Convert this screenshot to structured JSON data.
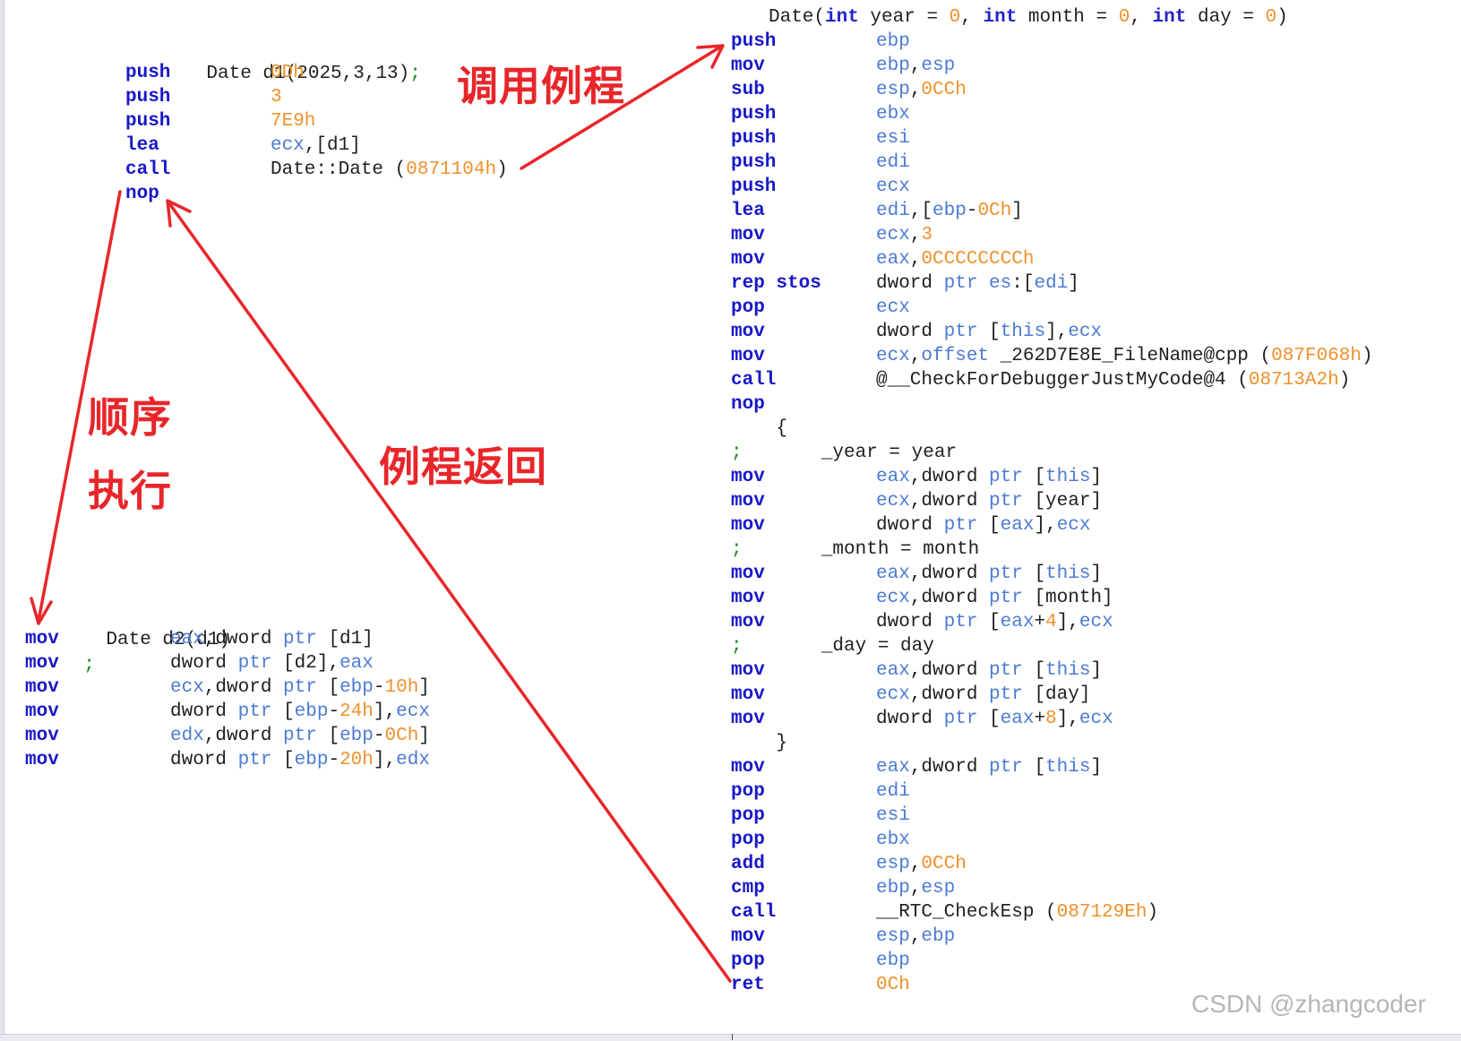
{
  "left_top": {
    "source": "Date d1(2025,3,13);",
    "lines": [
      {
        "mnemonic": "push",
        "operand": [
          [
            "0Dh",
            "num"
          ]
        ]
      },
      {
        "mnemonic": "push",
        "operand": [
          [
            "3",
            "num"
          ]
        ]
      },
      {
        "mnemonic": "push",
        "operand": [
          [
            "7E9h",
            "num"
          ]
        ]
      },
      {
        "mnemonic": "lea",
        "operand": [
          [
            "ecx",
            "reg"
          ],
          [
            ",[d1]",
            "txt"
          ]
        ]
      },
      {
        "mnemonic": "call",
        "operand": [
          [
            "Date::Date ",
            "txt"
          ],
          [
            "(",
            "txt"
          ],
          [
            "0871104h",
            "num"
          ],
          [
            ")",
            "txt"
          ]
        ]
      },
      {
        "mnemonic": "nop",
        "operand": []
      }
    ]
  },
  "left_bottom": {
    "source": "Date d2(d1);",
    "lines": [
      {
        "mnemonic": "mov",
        "operand": [
          [
            "eax",
            "reg"
          ],
          [
            ",dword ",
            "txt"
          ],
          [
            "ptr",
            "ptr"
          ],
          [
            " [d1]",
            "txt"
          ]
        ]
      },
      {
        "mnemonic": "mov",
        "operand": [
          [
            "dword ",
            "txt"
          ],
          [
            "ptr",
            "ptr"
          ],
          [
            " [d2],",
            "txt"
          ],
          [
            "eax",
            "reg"
          ]
        ]
      },
      {
        "mnemonic": "mov",
        "operand": [
          [
            "ecx",
            "reg"
          ],
          [
            ",dword ",
            "txt"
          ],
          [
            "ptr",
            "ptr"
          ],
          [
            " [",
            "txt"
          ],
          [
            "ebp",
            "reg"
          ],
          [
            "-",
            "txt"
          ],
          [
            "10h",
            "num"
          ],
          [
            "]",
            "txt"
          ]
        ]
      },
      {
        "mnemonic": "mov",
        "operand": [
          [
            "dword ",
            "txt"
          ],
          [
            "ptr",
            "ptr"
          ],
          [
            " [",
            "txt"
          ],
          [
            "ebp",
            "reg"
          ],
          [
            "-",
            "txt"
          ],
          [
            "24h",
            "num"
          ],
          [
            "],",
            "txt"
          ],
          [
            "ecx",
            "reg"
          ]
        ]
      },
      {
        "mnemonic": "mov",
        "operand": [
          [
            "edx",
            "reg"
          ],
          [
            ",dword ",
            "txt"
          ],
          [
            "ptr",
            "ptr"
          ],
          [
            " [",
            "txt"
          ],
          [
            "ebp",
            "reg"
          ],
          [
            "-",
            "txt"
          ],
          [
            "0Ch",
            "num"
          ],
          [
            "]",
            "txt"
          ]
        ]
      },
      {
        "mnemonic": "mov",
        "operand": [
          [
            "dword ",
            "txt"
          ],
          [
            "ptr",
            "ptr"
          ],
          [
            " [",
            "txt"
          ],
          [
            "ebp",
            "reg"
          ],
          [
            "-",
            "txt"
          ],
          [
            "20h",
            "num"
          ],
          [
            "],",
            "txt"
          ],
          [
            "edx",
            "reg"
          ]
        ]
      }
    ]
  },
  "right": {
    "header": [
      [
        "Date(",
        "txt"
      ],
      [
        "int",
        "kw"
      ],
      [
        " year = ",
        "txt"
      ],
      [
        "0",
        "num"
      ],
      [
        ", ",
        "txt"
      ],
      [
        "int",
        "kw"
      ],
      [
        " month = ",
        "txt"
      ],
      [
        "0",
        "num"
      ],
      [
        ", ",
        "txt"
      ],
      [
        "int",
        "kw"
      ],
      [
        " day = ",
        "txt"
      ],
      [
        "0",
        "num"
      ],
      [
        ")",
        "txt"
      ]
    ],
    "lines": [
      {
        "mnemonic": "push",
        "operand": [
          [
            "ebp",
            "reg"
          ]
        ]
      },
      {
        "mnemonic": "mov",
        "operand": [
          [
            "ebp",
            "reg"
          ],
          [
            ",",
            "txt"
          ],
          [
            "esp",
            "reg"
          ]
        ]
      },
      {
        "mnemonic": "sub",
        "operand": [
          [
            "esp",
            "reg"
          ],
          [
            ",",
            "txt"
          ],
          [
            "0CCh",
            "num"
          ]
        ]
      },
      {
        "mnemonic": "push",
        "operand": [
          [
            "ebx",
            "reg"
          ]
        ]
      },
      {
        "mnemonic": "push",
        "operand": [
          [
            "esi",
            "reg"
          ]
        ]
      },
      {
        "mnemonic": "push",
        "operand": [
          [
            "edi",
            "reg"
          ]
        ]
      },
      {
        "mnemonic": "push",
        "operand": [
          [
            "ecx",
            "reg"
          ]
        ]
      },
      {
        "mnemonic": "lea",
        "operand": [
          [
            "edi",
            "reg"
          ],
          [
            ",[",
            "txt"
          ],
          [
            "ebp",
            "reg"
          ],
          [
            "-",
            "txt"
          ],
          [
            "0Ch",
            "num"
          ],
          [
            "]",
            "txt"
          ]
        ]
      },
      {
        "mnemonic": "mov",
        "operand": [
          [
            "ecx",
            "reg"
          ],
          [
            ",",
            "txt"
          ],
          [
            "3",
            "num"
          ]
        ]
      },
      {
        "mnemonic": "mov",
        "operand": [
          [
            "eax",
            "reg"
          ],
          [
            ",",
            "txt"
          ],
          [
            "0CCCCCCCCh",
            "num"
          ]
        ]
      },
      {
        "mnemonic": "rep stos",
        "operand": [
          [
            "dword ",
            "txt"
          ],
          [
            "ptr",
            "ptr"
          ],
          [
            " ",
            "txt"
          ],
          [
            "es",
            "reg"
          ],
          [
            ":[",
            "txt"
          ],
          [
            "edi",
            "reg"
          ],
          [
            "]",
            "txt"
          ]
        ]
      },
      {
        "mnemonic": "pop",
        "operand": [
          [
            "ecx",
            "reg"
          ]
        ]
      },
      {
        "mnemonic": "mov",
        "operand": [
          [
            "dword ",
            "txt"
          ],
          [
            "ptr",
            "ptr"
          ],
          [
            " [",
            "txt"
          ],
          [
            "this",
            "reg"
          ],
          [
            "],",
            "txt"
          ],
          [
            "ecx",
            "reg"
          ]
        ]
      },
      {
        "mnemonic": "mov",
        "operand": [
          [
            "ecx",
            "reg"
          ],
          [
            ",",
            "txt"
          ],
          [
            "offset",
            "ptr"
          ],
          [
            " _262D7E8E_FileName@cpp ",
            "txt"
          ],
          [
            "(",
            "txt"
          ],
          [
            "087F068h",
            "num"
          ],
          [
            ")",
            "txt"
          ]
        ]
      },
      {
        "mnemonic": "call",
        "operand": [
          [
            "@__CheckForDebuggerJustMyCode@4 ",
            "txt"
          ],
          [
            "(",
            "txt"
          ],
          [
            "08713A2h",
            "num"
          ],
          [
            ")",
            "txt"
          ]
        ]
      },
      {
        "mnemonic": "nop",
        "operand": []
      },
      {
        "source": "    {"
      },
      {
        "source": "        _year = year;"
      },
      {
        "mnemonic": "mov",
        "operand": [
          [
            "eax",
            "reg"
          ],
          [
            ",dword ",
            "txt"
          ],
          [
            "ptr",
            "ptr"
          ],
          [
            " [",
            "txt"
          ],
          [
            "this",
            "reg"
          ],
          [
            "]",
            "txt"
          ]
        ]
      },
      {
        "mnemonic": "mov",
        "operand": [
          [
            "ecx",
            "reg"
          ],
          [
            ",dword ",
            "txt"
          ],
          [
            "ptr",
            "ptr"
          ],
          [
            " [year]",
            "txt"
          ]
        ]
      },
      {
        "mnemonic": "mov",
        "operand": [
          [
            "dword ",
            "txt"
          ],
          [
            "ptr",
            "ptr"
          ],
          [
            " [",
            "txt"
          ],
          [
            "eax",
            "reg"
          ],
          [
            "],",
            "txt"
          ],
          [
            "ecx",
            "reg"
          ]
        ]
      },
      {
        "source": "        _month = month;"
      },
      {
        "mnemonic": "mov",
        "operand": [
          [
            "eax",
            "reg"
          ],
          [
            ",dword ",
            "txt"
          ],
          [
            "ptr",
            "ptr"
          ],
          [
            " [",
            "txt"
          ],
          [
            "this",
            "reg"
          ],
          [
            "]",
            "txt"
          ]
        ]
      },
      {
        "mnemonic": "mov",
        "operand": [
          [
            "ecx",
            "reg"
          ],
          [
            ",dword ",
            "txt"
          ],
          [
            "ptr",
            "ptr"
          ],
          [
            " [month]",
            "txt"
          ]
        ]
      },
      {
        "mnemonic": "mov",
        "operand": [
          [
            "dword ",
            "txt"
          ],
          [
            "ptr",
            "ptr"
          ],
          [
            " [",
            "txt"
          ],
          [
            "eax",
            "reg"
          ],
          [
            "+",
            "txt"
          ],
          [
            "4",
            "num"
          ],
          [
            "],",
            "txt"
          ],
          [
            "ecx",
            "reg"
          ]
        ]
      },
      {
        "source": "        _day = day;"
      },
      {
        "mnemonic": "mov",
        "operand": [
          [
            "eax",
            "reg"
          ],
          [
            ",dword ",
            "txt"
          ],
          [
            "ptr",
            "ptr"
          ],
          [
            " [",
            "txt"
          ],
          [
            "this",
            "reg"
          ],
          [
            "]",
            "txt"
          ]
        ]
      },
      {
        "mnemonic": "mov",
        "operand": [
          [
            "ecx",
            "reg"
          ],
          [
            ",dword ",
            "txt"
          ],
          [
            "ptr",
            "ptr"
          ],
          [
            " [day]",
            "txt"
          ]
        ]
      },
      {
        "mnemonic": "mov",
        "operand": [
          [
            "dword ",
            "txt"
          ],
          [
            "ptr",
            "ptr"
          ],
          [
            " [",
            "txt"
          ],
          [
            "eax",
            "reg"
          ],
          [
            "+",
            "txt"
          ],
          [
            "8",
            "num"
          ],
          [
            "],",
            "txt"
          ],
          [
            "ecx",
            "reg"
          ]
        ]
      },
      {
        "source": "    }"
      },
      {
        "mnemonic": "mov",
        "operand": [
          [
            "eax",
            "reg"
          ],
          [
            ",dword ",
            "txt"
          ],
          [
            "ptr",
            "ptr"
          ],
          [
            " [",
            "txt"
          ],
          [
            "this",
            "reg"
          ],
          [
            "]",
            "txt"
          ]
        ]
      },
      {
        "mnemonic": "pop",
        "operand": [
          [
            "edi",
            "reg"
          ]
        ]
      },
      {
        "mnemonic": "pop",
        "operand": [
          [
            "esi",
            "reg"
          ]
        ]
      },
      {
        "mnemonic": "pop",
        "operand": [
          [
            "ebx",
            "reg"
          ]
        ]
      },
      {
        "mnemonic": "add",
        "operand": [
          [
            "esp",
            "reg"
          ],
          [
            ",",
            "txt"
          ],
          [
            "0CCh",
            "num"
          ]
        ]
      },
      {
        "mnemonic": "cmp",
        "operand": [
          [
            "ebp",
            "reg"
          ],
          [
            ",",
            "txt"
          ],
          [
            "esp",
            "reg"
          ]
        ]
      },
      {
        "mnemonic": "call",
        "operand": [
          [
            "__RTC_CheckEsp ",
            "txt"
          ],
          [
            "(",
            "txt"
          ],
          [
            "087129Eh",
            "num"
          ],
          [
            ")",
            "txt"
          ]
        ]
      },
      {
        "mnemonic": "mov",
        "operand": [
          [
            "esp",
            "reg"
          ],
          [
            ",",
            "txt"
          ],
          [
            "ebp",
            "reg"
          ]
        ]
      },
      {
        "mnemonic": "pop",
        "operand": [
          [
            "ebp",
            "reg"
          ]
        ]
      },
      {
        "mnemonic": "ret",
        "operand": [
          [
            "0Ch",
            "num"
          ]
        ]
      }
    ]
  },
  "annotations": {
    "call_label": "调用例程",
    "sequential_line1": "顺序",
    "sequential_line2": "执行",
    "return_label": "例程返回",
    "arrow_color": "#e8262a"
  },
  "watermark": "CSDN @zhangcoder"
}
